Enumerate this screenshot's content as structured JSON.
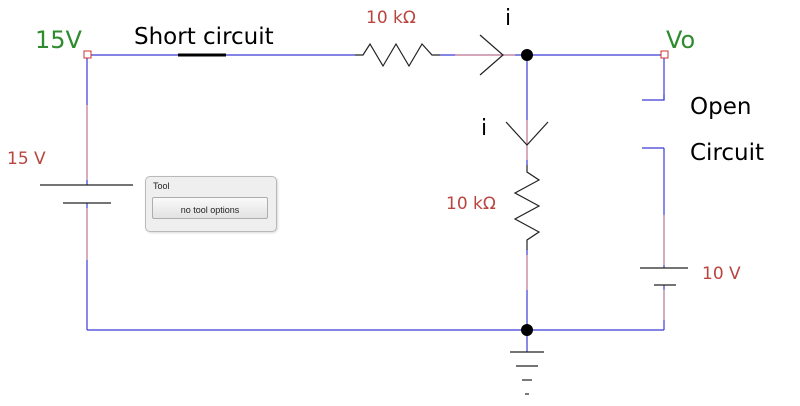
{
  "labels": {
    "source_voltage_top": "15V",
    "short_circuit": "Short circuit",
    "resistor_top": "10 kΩ",
    "current_top": "i",
    "output": "Vo",
    "open": "Open",
    "circuit": "Circuit",
    "current_mid": "i",
    "source_voltage_left": "15 V",
    "resistor_mid": "10 kΩ",
    "battery_right": "10 V"
  },
  "tool_panel": {
    "title": "Tool",
    "button_label": "no tool options"
  },
  "colors": {
    "wire": "#3a3ad6",
    "component": "#222222",
    "label_green": "#2e8b2e",
    "label_red": "#b8453f",
    "node_marker": "#d03030",
    "short_marker": "#000000"
  }
}
